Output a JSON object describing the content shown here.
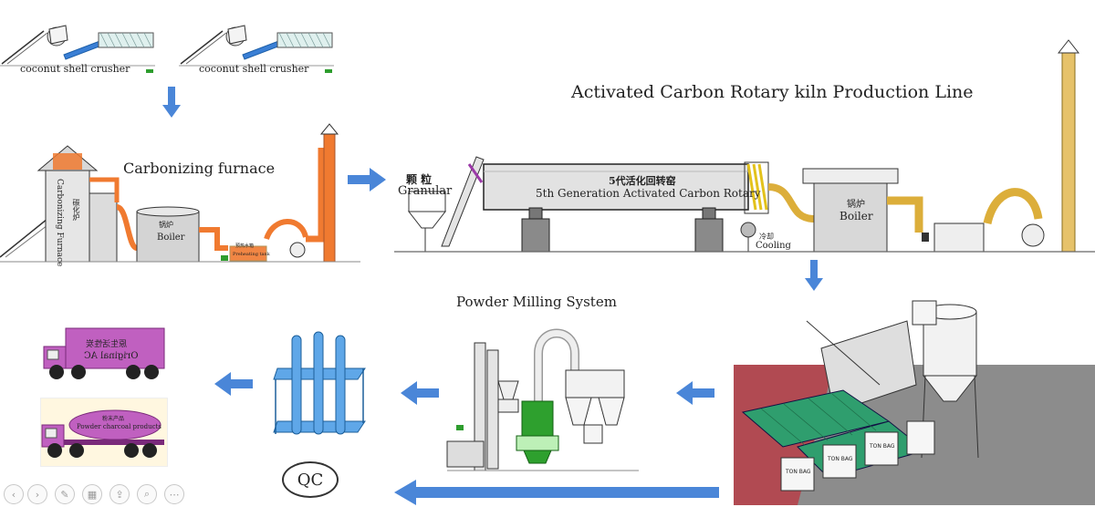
{
  "crushers": [
    {
      "label": "coconut shell crusher"
    },
    {
      "label": "coconut shell crusher"
    }
  ],
  "carbonizing": {
    "title": "Carbonizing furnace",
    "furnace_cn": "碳化炉",
    "furnace_en": "Carbonizing Furnace",
    "boiler_cn": "锅炉",
    "boiler_en": "Boiler",
    "tank_cn": "预热水箱",
    "tank_en": "Preheating tank"
  },
  "rotary": {
    "title": "Activated Carbon Rotary kiln Production Line",
    "granular_cn": "颗 粒",
    "granular_en": "Granular",
    "kiln_cn": "5代活化回转窑",
    "kiln_en": "5th Generation Activated Carbon Rotary",
    "cooling_cn": "冷却",
    "cooling_en": "Cooling",
    "boiler_cn": "锅炉",
    "boiler_en": "Boiler"
  },
  "milling": {
    "title": "Powder Milling System"
  },
  "packing": {
    "bag_label": "TON BAG"
  },
  "qc": {
    "label": "QC"
  },
  "products": {
    "truck1_cn": "原生活性炭",
    "truck1_en": "Original AC",
    "truck2_cn": "粉末产品",
    "truck2_en": "Powder charcoal products"
  },
  "colors": {
    "arrow_blue": "#4a86d8",
    "hot_orange": "#f07a30",
    "duct_gold": "#dcae3a",
    "truck_purple": "#c060c0",
    "mill_green": "#2ea02e",
    "mesh_green": "#2f9e6e",
    "glass_blue": "#5fa7e8"
  },
  "viewer_controls": [
    "prev-icon",
    "next-icon",
    "pen-icon",
    "gallery-icon",
    "share-icon",
    "zoom-icon",
    "more-icon"
  ]
}
